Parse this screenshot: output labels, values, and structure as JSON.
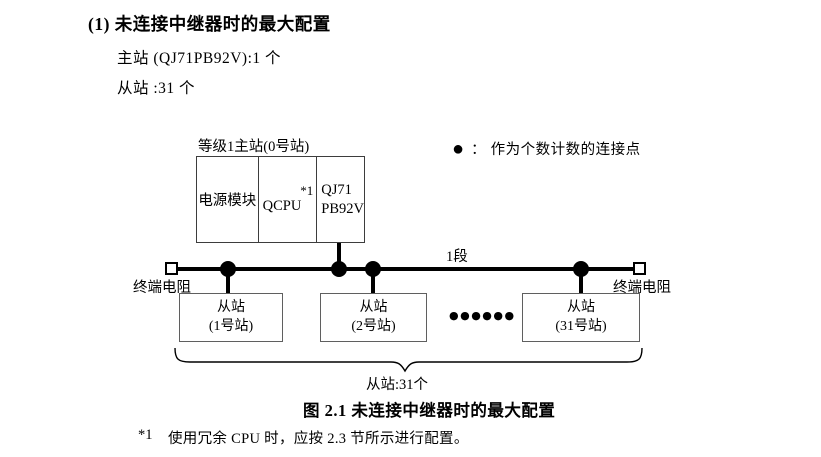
{
  "colors": {
    "ink": "#000000",
    "background": "#ffffff",
    "master_box_border": "#3d3d3d",
    "slave_box_border": "#5f5f5f"
  },
  "header": {
    "title": "(1) 未连接中继器时的最大配置",
    "master_line": "主站 (QJ71PB92V):1 个",
    "slave_line": "从站 :31 个"
  },
  "legend": {
    "symbol": "●",
    "colon": "：",
    "label": "作为个数计数的连接点"
  },
  "diagram": {
    "master_station_label": "等级1主站(0号站)",
    "master_modules": {
      "power": "电源模块",
      "cpu": "QCPU",
      "cpu_footnote_ref": "*1",
      "network_line1": "QJ71",
      "network_line2": "PB92V"
    },
    "segment_label": "1段",
    "terminator_left": "终端电阻",
    "terminator_right": "终端电阻",
    "slaves": [
      {
        "line1": "从站",
        "line2": "(1号站)"
      },
      {
        "line1": "从站",
        "line2": "(2号站)"
      },
      {
        "line1": "从站",
        "line2": "(31号站)"
      }
    ],
    "ellipsis": "●●●●●●",
    "brace_label": "从站:31个"
  },
  "caption": "图 2.1 未连接中继器时的最大配置",
  "footnote": {
    "marker": "*1",
    "text": "使用冗余 CPU 时，应按 2.3 节所示进行配置。"
  }
}
